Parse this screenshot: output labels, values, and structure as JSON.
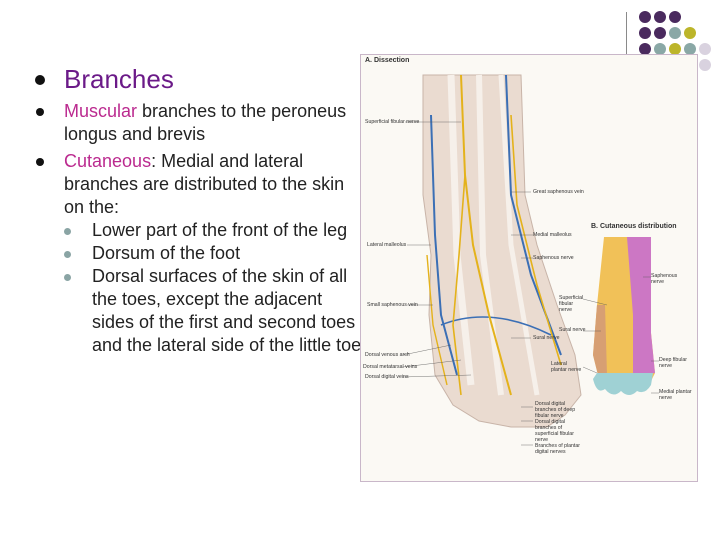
{
  "title": "Branches",
  "bullets": {
    "muscular_term": "Muscular",
    "muscular_rest": " branches to the peroneus longus and brevis",
    "cutaneous_term": "Cutaneous",
    "cutaneous_rest": ": Medial and lateral branches are distributed to the skin on the:",
    "sub": [
      "Lower part of the front of the leg",
      "Dorsum of the foot",
      "Dorsal surfaces of the skin of all the toes, except the adjacent sides of the first and second toes and the lateral side of the little toe"
    ]
  },
  "figure": {
    "title_a": "A. Dissection",
    "title_b": "B. Cutaneous distribution",
    "labels": [
      "Superficial fibular nerve",
      "Great saphenous vein",
      "Medial malleolus",
      "Lateral malleolus",
      "Saphenous nerve",
      "Small saphenous vein",
      "Sural nerve",
      "Dorsal venous arch",
      "Dorsal metatarsal veins",
      "Dorsal digital veins",
      "Dorsal digital branches of deep fibular nerve",
      "Dorsal digital branches of superficial fibular nerve",
      "Branches of plantar digital nerves",
      "Saphenous nerve",
      "Superficial fibular nerve",
      "Sural nerve",
      "Deep fibular nerve",
      "Lateral plantar nerve",
      "Medial plantar nerve"
    ]
  },
  "colors": {
    "purple": "#4a2a5e",
    "teal": "#8aa8a6",
    "olive": "#bcb52a",
    "lavender": "#d9d2df"
  }
}
